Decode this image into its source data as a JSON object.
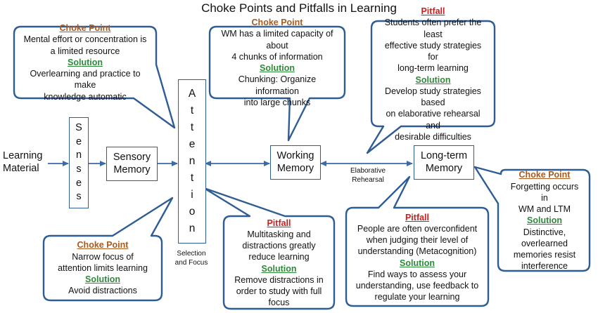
{
  "title": "Choke Points and Pitfalls in Learning",
  "colors": {
    "choke_point": "#a85a1f",
    "pitfall": "#cc1f1f",
    "solution": "#2e8a3a",
    "outline": "#2f5d93"
  },
  "nodes": {
    "learning_material": [
      "Learning",
      "Material"
    ],
    "senses": [
      "S",
      "e",
      "n",
      "s",
      "e",
      "s"
    ],
    "sensory_memory": [
      "Sensory",
      "Memory"
    ],
    "attention": [
      "A",
      "t",
      "t",
      "e",
      "n",
      "t",
      "i",
      "o",
      "n"
    ],
    "attention_caption": [
      "Selection",
      "and Focus"
    ],
    "working_memory": [
      "Working",
      "Memory"
    ],
    "long_term_memory": [
      "Long-term",
      "Memory"
    ],
    "elaborative_rehearsal": [
      "Elaborative",
      "Rehearsal"
    ]
  },
  "callouts": {
    "c1": {
      "head1": "Choke Point",
      "text1": [
        "Mental effort or concentration is",
        "a limited resource"
      ],
      "head2": "Solution",
      "text2": [
        "Overlearning and practice to make",
        "knowledge automatic"
      ]
    },
    "c2": {
      "head1": "Choke Point",
      "text1": [
        "WM has a limited capacity of about",
        "4 chunks of information"
      ],
      "head2": "Solution",
      "text2": [
        "Chunking: Organize information",
        "into large chunks"
      ]
    },
    "c3": {
      "head1": "Pitfall",
      "text1": [
        "Students often prefer the least",
        "effective study strategies for",
        "long-term learning"
      ],
      "head2": "Solution",
      "text2": [
        "Develop study strategies based",
        "on elaborative rehearsal and",
        "desirable difficulties"
      ]
    },
    "c4": {
      "head1": "Choke Point",
      "text1": [
        "Narrow focus of",
        "attention  limits learning"
      ],
      "head2": "Solution",
      "text2": [
        "Avoid distractions"
      ]
    },
    "c5": {
      "head1": "Pitfall",
      "text1": [
        "Multitasking and",
        "distractions greatly",
        "reduce learning"
      ],
      "head2": "Solution",
      "text2": [
        "Remove distractions in",
        "order to study with full",
        "focus"
      ]
    },
    "c6": {
      "head1": "Pitfall",
      "text1": [
        "People are often overconfident",
        "when judging their level of",
        "understanding (Metacognition)"
      ],
      "head2": "Solution",
      "text2": [
        "Find ways to assess your",
        "understanding, use feedback to",
        "regulate your learning"
      ]
    },
    "c7": {
      "head1": "Choke Point",
      "text1": [
        "Forgetting occurs in",
        "WM and LTM"
      ],
      "head2": "Solution",
      "text2": [
        "Distinctive,",
        "overlearned",
        "memories resist",
        "interference"
      ]
    }
  }
}
